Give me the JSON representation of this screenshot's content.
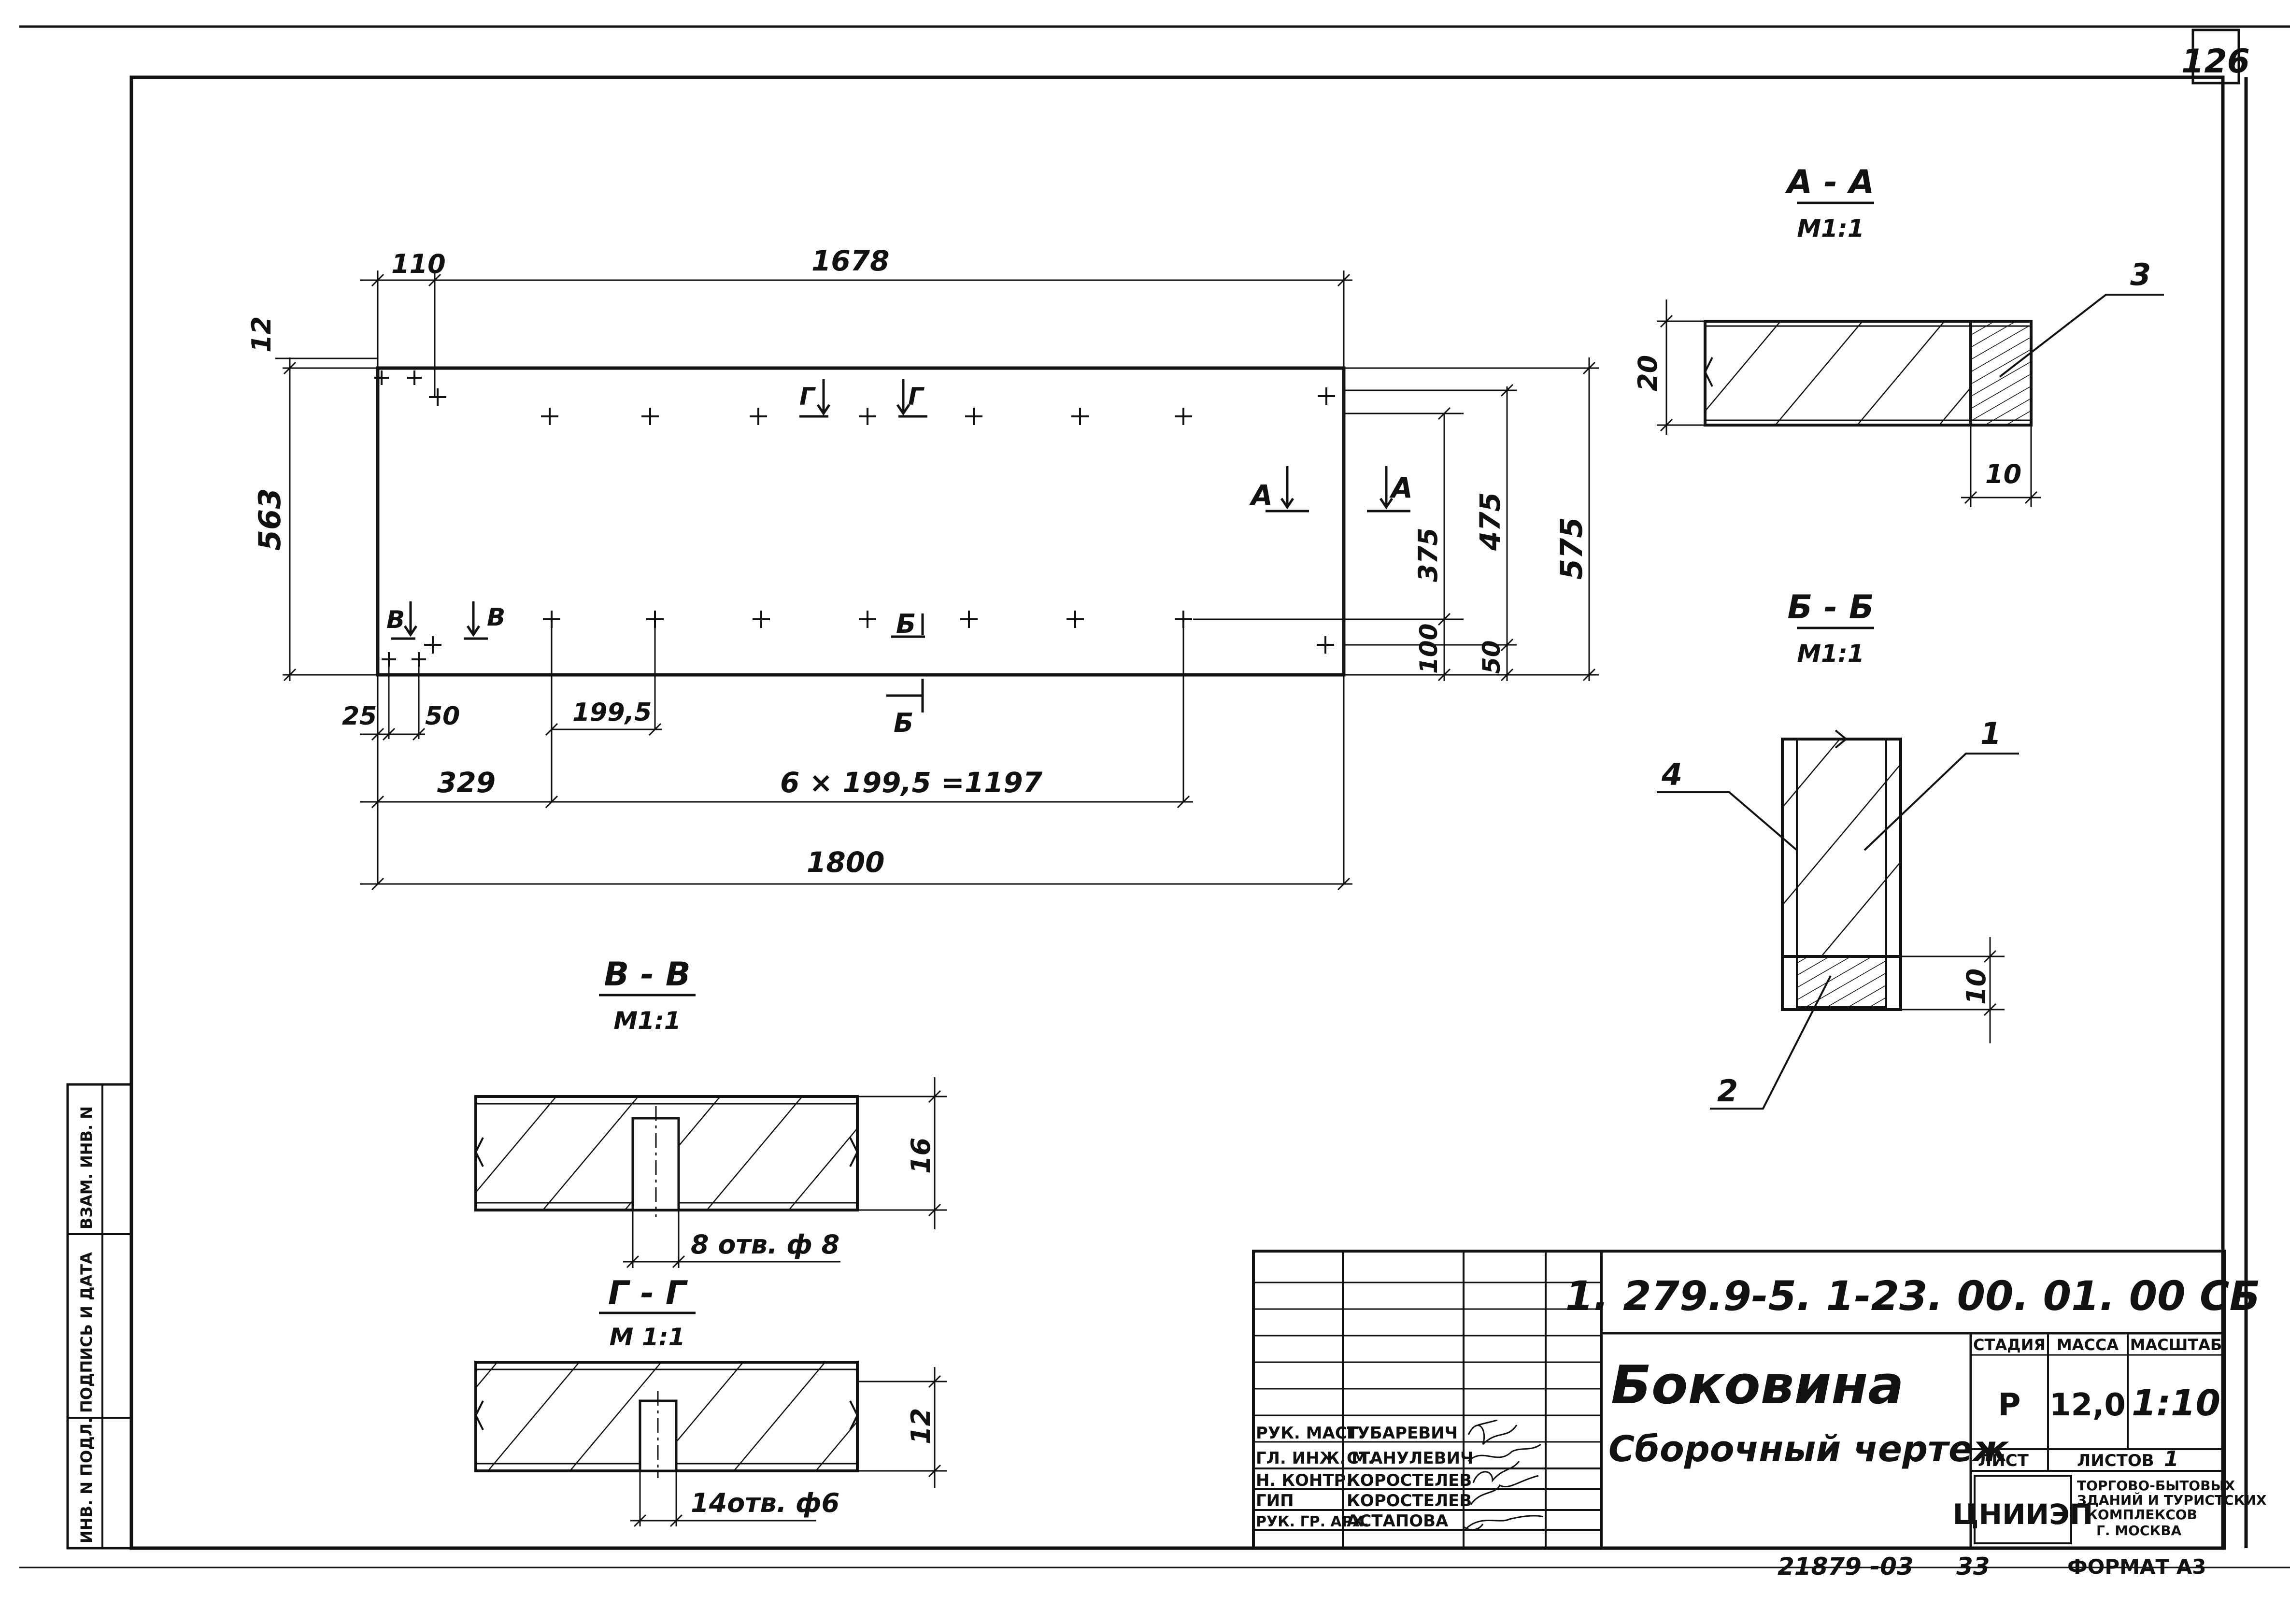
{
  "sheet_number": "126",
  "main_view": {
    "dims": {
      "d110": "110",
      "d1678": "1678",
      "d12": "12",
      "d563": "563",
      "d25": "25",
      "d50_left": "50",
      "d199": "199,5",
      "d329": "329",
      "d6x": "6 × 199,5 =1197",
      "d1800": "1800",
      "d375": "375",
      "d100": "100",
      "d475": "475",
      "d50_right": "50",
      "d575": "575"
    },
    "cuts": {
      "a_left": "А",
      "a_right": "А",
      "g_left": "Г",
      "g_right": "Г",
      "v_left": "В",
      "v_right": "В",
      "b_top": "Б",
      "b_bottom": "Б"
    }
  },
  "section_aa": {
    "title": "А - А",
    "scale": "М1:1",
    "dim_height": "20",
    "dim_width": "10",
    "callout": "3"
  },
  "section_bb": {
    "title": "Б - Б",
    "scale": "М1:1",
    "dim": "10",
    "callout_1": "1",
    "callout_2": "2",
    "callout_4": "4"
  },
  "section_vv": {
    "title": "В - В",
    "scale": "М1:1",
    "dim": "16",
    "holes": "8 отв. ф 8"
  },
  "section_gg": {
    "title": "Г - Г",
    "scale": "М 1:1",
    "dim": "12",
    "holes": "14отв. ф6"
  },
  "left_strip": {
    "col1": "ИНВ. N ПОДЛ.",
    "col2": "ПОДПИСЬ И ДАТА",
    "col3": "ВЗАМ. ИНВ. N"
  },
  "title_block": {
    "doc_code": "1. 279.9-5. 1-23. 00. 01. 00 СБ",
    "name": "Боковина",
    "subtitle": "Сборочный чертеж",
    "stage_label": "СТАДИЯ",
    "mass_label": "МАССА",
    "scale_label": "МАСШТАБ",
    "stage": "Р",
    "mass": "12,0",
    "scale": "1:10",
    "sheet_label": "ЛИСТ",
    "sheets_label": "ЛИСТОВ",
    "sheets_count": "1",
    "org_logo": "ЦНИИЭП",
    "org_text_1": "ТОРГОВО-БЫТОВЫХ",
    "org_text_2": "ЗДАНИЙ И ТУРИСТСКИХ",
    "org_text_3": "КОМПЛЕКСОВ",
    "org_text_4": "Г. МОСКВА",
    "roles": [
      {
        "role": "РУК. МАСТ.",
        "name": "ГУБАРЕВИЧ"
      },
      {
        "role": "ГЛ. ИНЖ. М.",
        "name": "СТАНУЛЕВИЧ"
      },
      {
        "role": "Н. КОНТР.",
        "name": "КОРОСТЕЛЕВ"
      },
      {
        "role": "ГИП",
        "name": "КОРОСТЕЛЕВ"
      },
      {
        "role": "РУК. ГР. АРХ.",
        "name": "АСТАПОВА"
      }
    ]
  },
  "footer": {
    "inv": "21879 -03",
    "num": "33",
    "format": "ФОРМАТ А3"
  }
}
